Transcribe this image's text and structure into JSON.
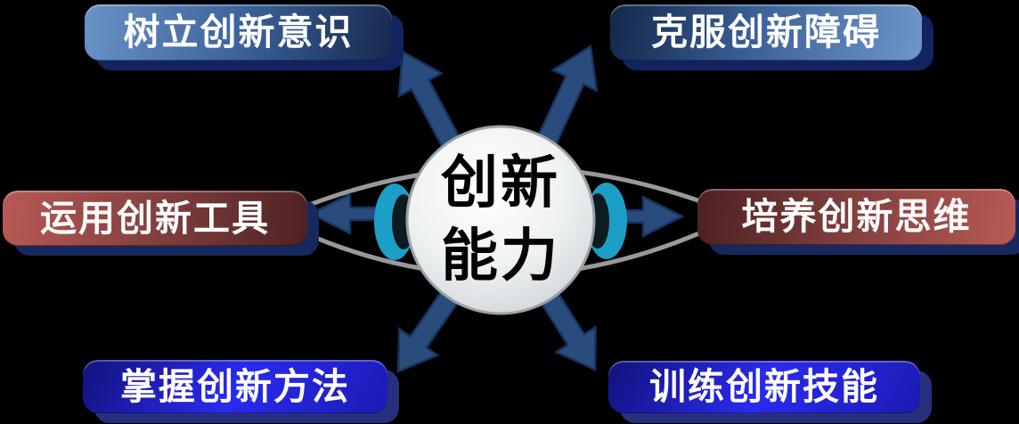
{
  "center": {
    "line1": "创新",
    "line2": "能力"
  },
  "nodes": {
    "tl": {
      "label": "树立创新意识",
      "bg_dir": "100deg",
      "bg": [
        "#6a93c6",
        "#3d639c",
        "#16294e"
      ],
      "shadow": "#11245f"
    },
    "tr": {
      "label": "克服创新障碍",
      "bg_dir": "100deg",
      "bg": [
        "#14274b",
        "#3f659c",
        "#6f96c8"
      ],
      "shadow": "#11245f"
    },
    "ml": {
      "label": "运用创新工具",
      "bg_dir": "95deg",
      "bg": [
        "#b85955",
        "#83403e",
        "#4e2124"
      ],
      "shadow": "#17285f"
    },
    "mr": {
      "label": "培养创新思维",
      "bg_dir": "95deg",
      "bg": [
        "#4e2124",
        "#83403e",
        "#b85955"
      ],
      "shadow": "#17285f"
    },
    "bl": {
      "label": "掌握创新方法",
      "bg_dir": "120deg",
      "bg": [
        "#12127c",
        "#2a2aee",
        "#1b1bb4"
      ],
      "shadow": "#28307e"
    },
    "br": {
      "label": "训练创新技能",
      "bg_dir": "120deg",
      "bg": [
        "#12127c",
        "#2a2aee",
        "#1b1bb4"
      ],
      "shadow": "#28307e"
    }
  },
  "colors": {
    "background": "#000000",
    "arrow": "#2a4c7d",
    "arrow_edge": "#16345e",
    "orbit": "#999999",
    "cone": "#1b9fc7",
    "cone_dark": "#0d1a1f",
    "circle_rim": "#9aa1a6",
    "circle_center": "#ffffff",
    "circle_mid": "#eef1f2",
    "circle_edge": "#ccd1d4",
    "center_text": "#000000",
    "box_text": "#ffffff"
  }
}
